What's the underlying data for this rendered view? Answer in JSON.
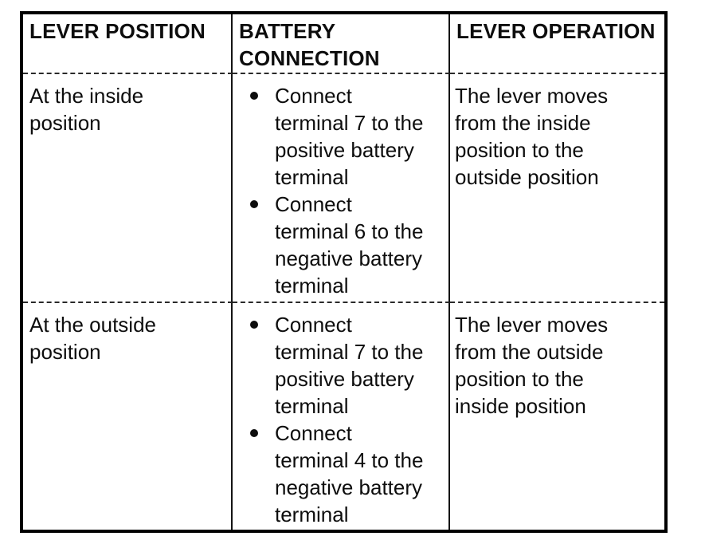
{
  "colors": {
    "background": "#ffffff",
    "text": "#0d0d0d",
    "table_border": "#000000"
  },
  "table": {
    "headers": [
      "LEVER POSITION",
      "BATTERY CONNECTION",
      "LEVER OPERATION"
    ],
    "rows": [
      {
        "lever_position": "At the inside position",
        "battery_connection": [
          "Connect terminal 7 to the positive battery terminal",
          "Connect terminal 6 to the negative battery terminal"
        ],
        "lever_operation": "The lever moves from the inside position to the outside position"
      },
      {
        "lever_position": "At the outside position",
        "battery_connection": [
          "Connect terminal 7 to the positive battery terminal",
          "Connect terminal 4 to the negative battery terminal"
        ],
        "lever_operation": "The lever moves from the outside position to the inside position"
      }
    ]
  }
}
